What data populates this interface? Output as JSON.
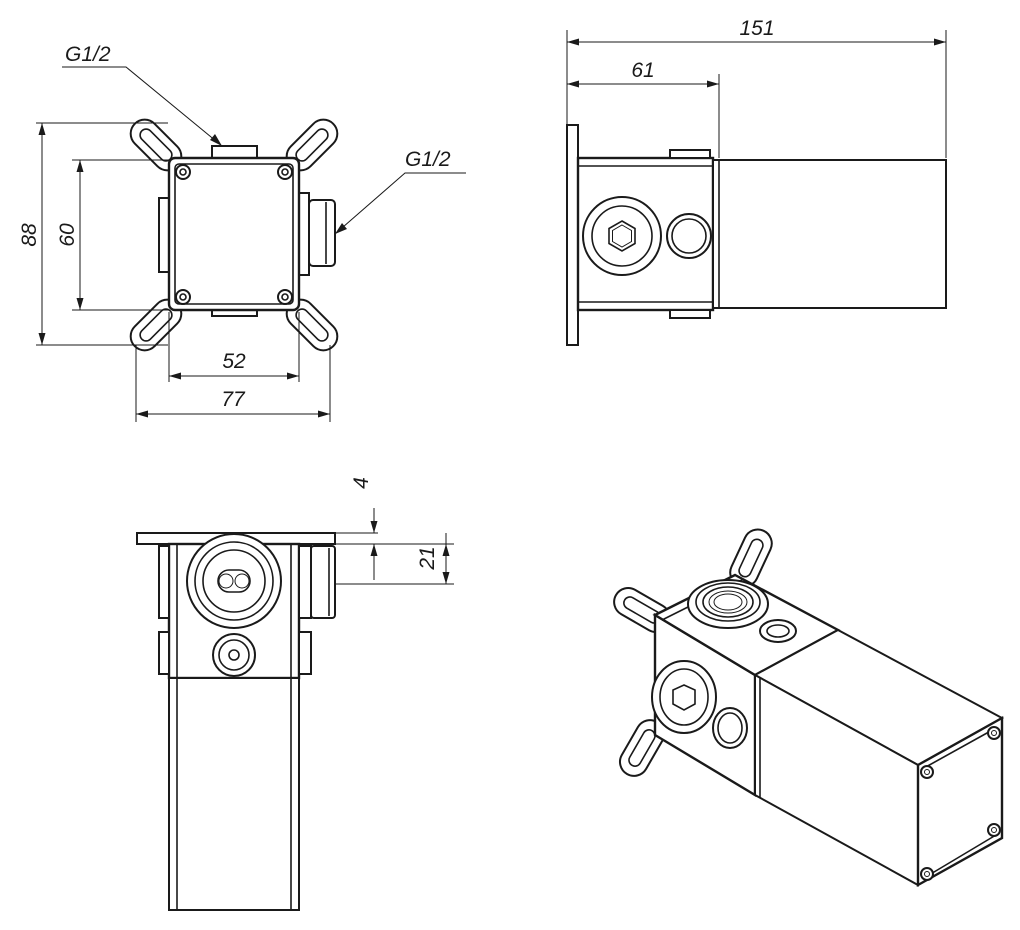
{
  "labels": {
    "thread_top": "G1/2",
    "thread_side": "G1/2",
    "height_overall": "88",
    "height_body": "60",
    "width_body": "52",
    "width_overall": "77",
    "depth_overall": "151",
    "depth_body": "61",
    "plate_thickness": "4",
    "offset": "21"
  }
}
